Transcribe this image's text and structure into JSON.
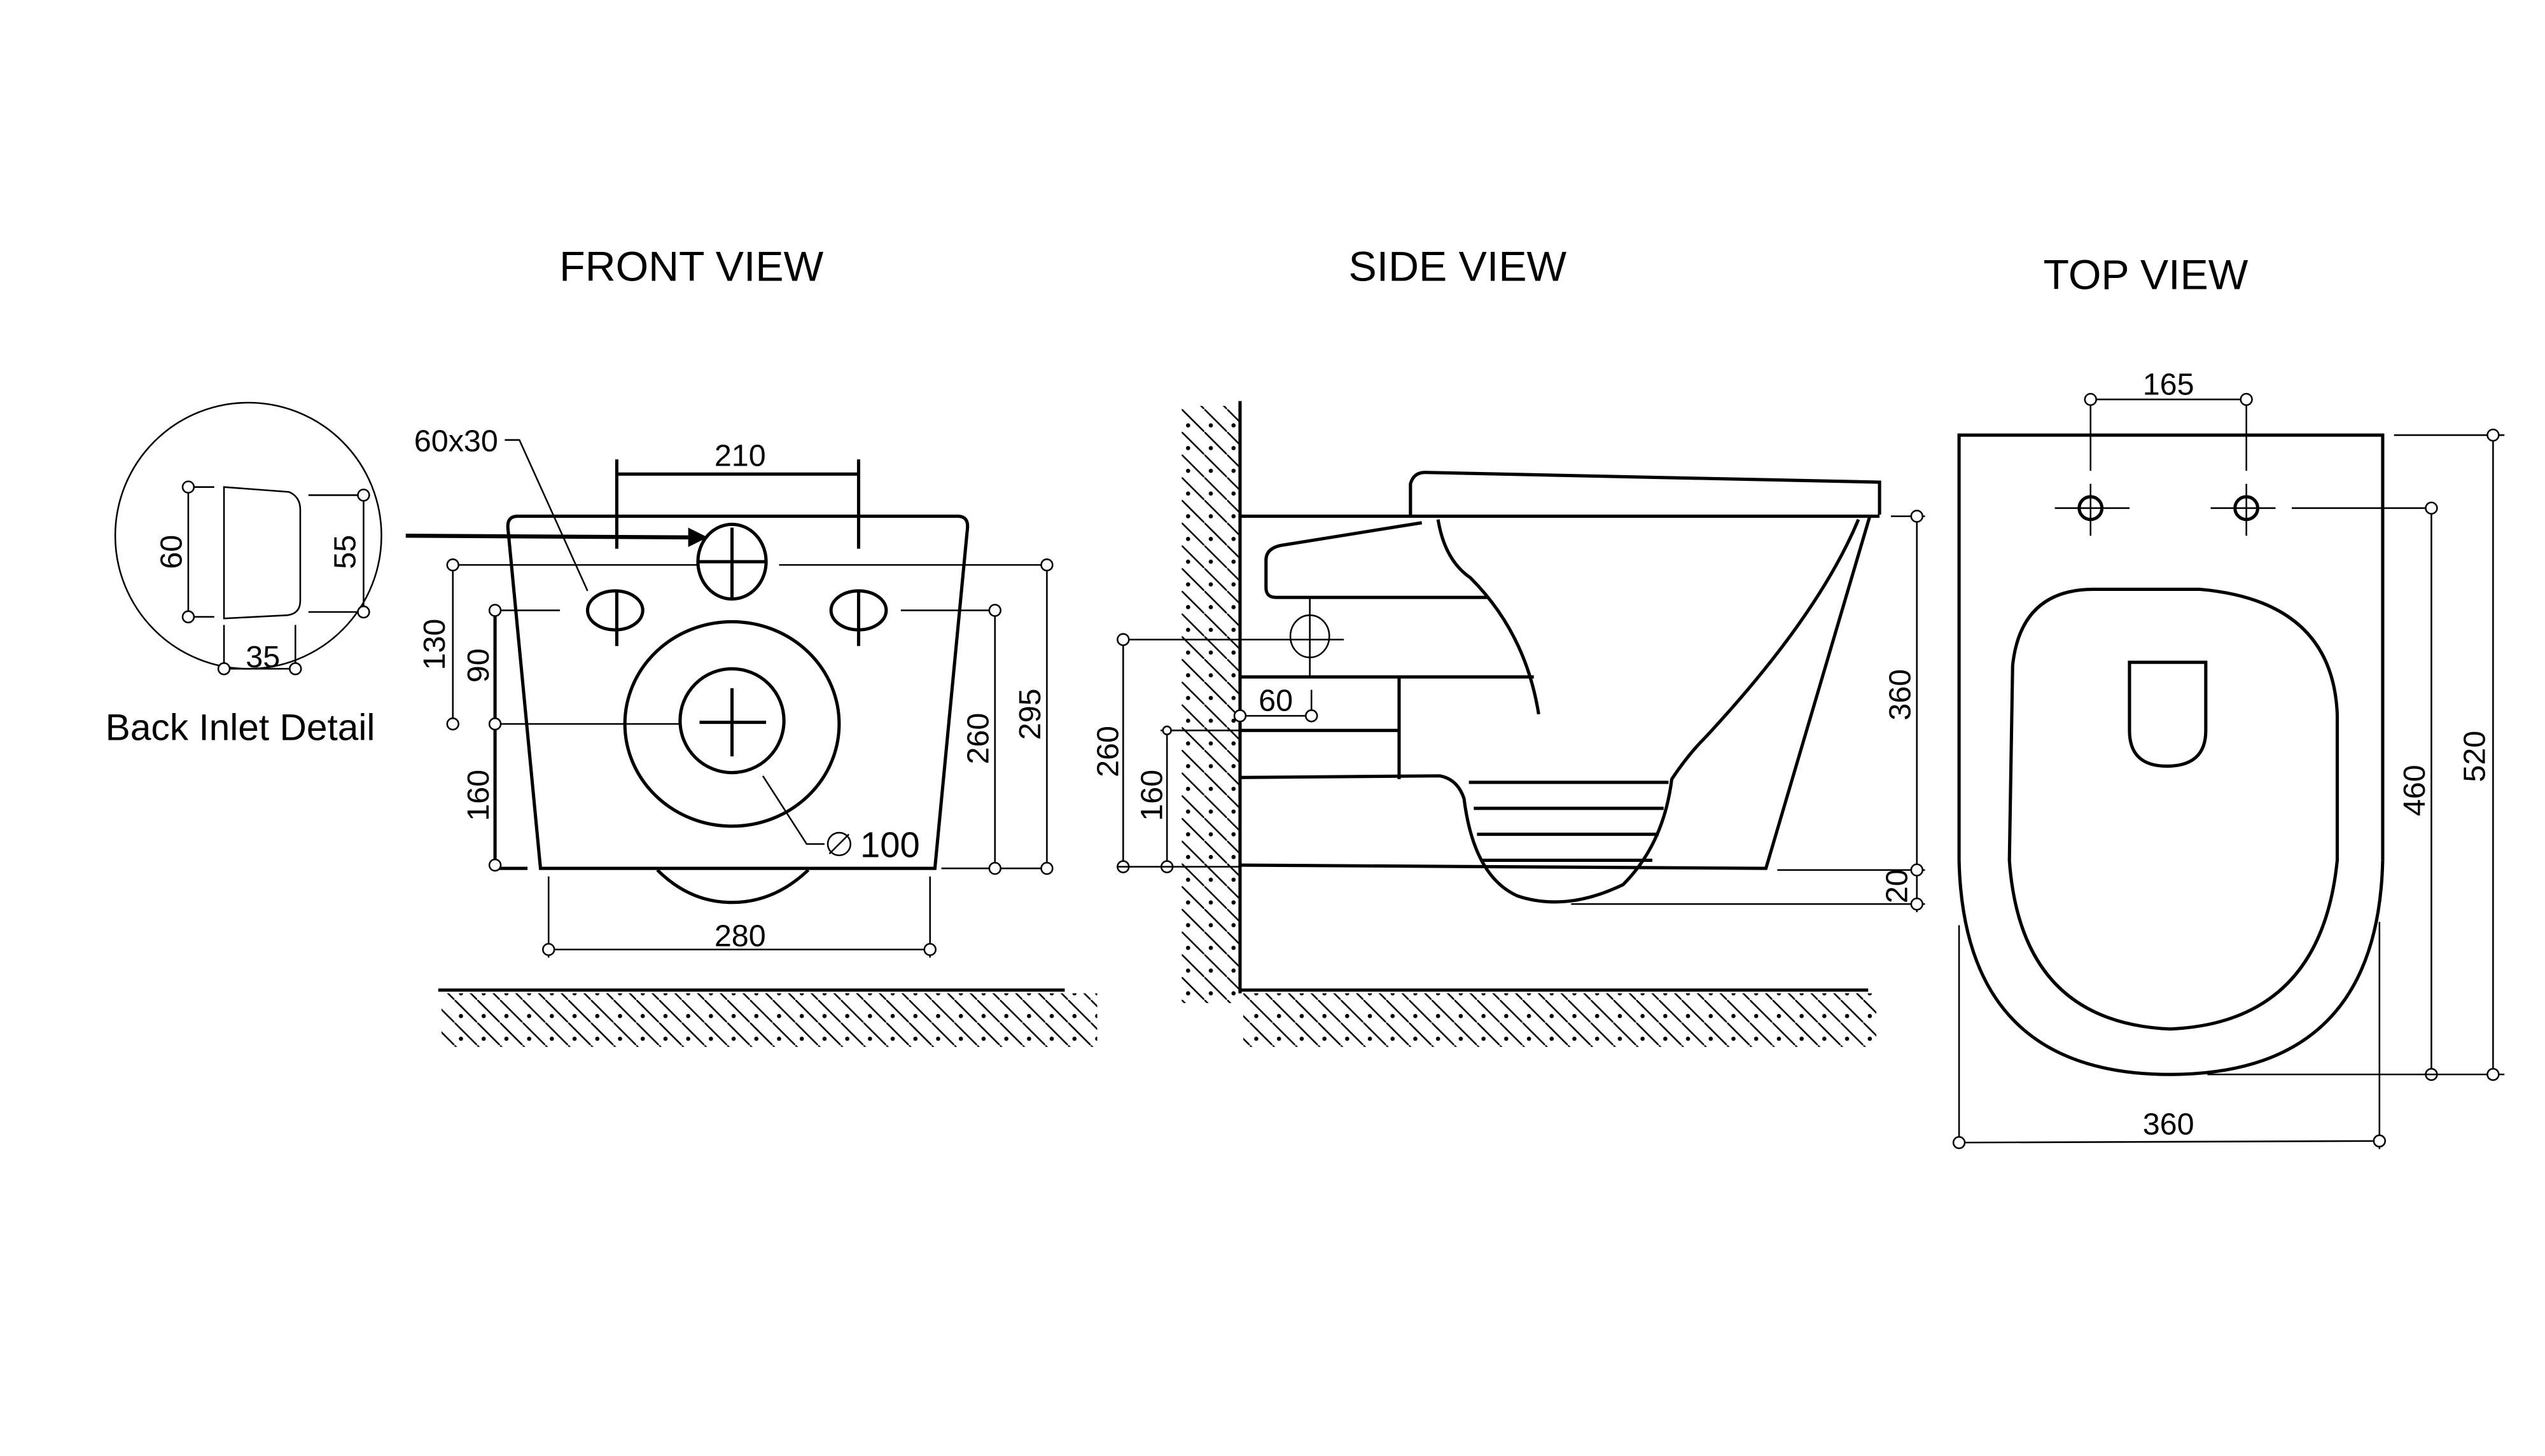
{
  "titles": {
    "front": "FRONT VIEW",
    "side": "SIDE VIEW",
    "top": "TOP VIEW"
  },
  "back_inlet": {
    "label": "Back Inlet Detail",
    "dim_height_left": "60",
    "dim_height_right": "55",
    "dim_width": "35"
  },
  "front": {
    "hole_size": "60x30",
    "bolt_spacing": "210",
    "dim_130": "130",
    "dim_90": "90",
    "dim_160": "160",
    "dim_260": "260",
    "dim_295": "295",
    "width": "280",
    "outlet_diameter": "100"
  },
  "side": {
    "dim_260": "260",
    "dim_160": "160",
    "dim_60": "60",
    "height": "360",
    "dim_20": "20"
  },
  "top": {
    "bolt_spacing": "165",
    "dim_460": "460",
    "length": "520",
    "width": "360"
  }
}
